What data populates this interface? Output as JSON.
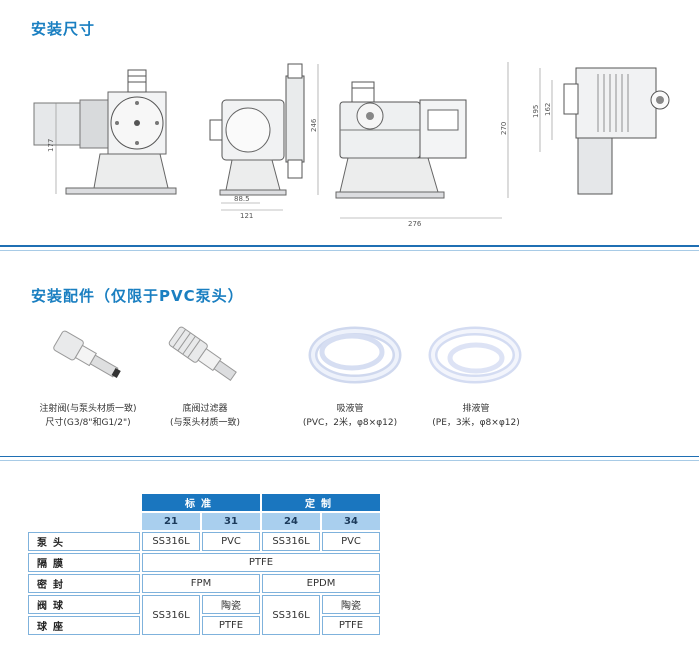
{
  "section1": {
    "title": "安装尺寸"
  },
  "drawings": {
    "front": {
      "dim_height": "177",
      "dim_base_inner": "88.5",
      "dim_base_outer": "121"
    },
    "side": {
      "dim_height": "246"
    },
    "left": {
      "dim_height": "270",
      "dim_width": "276"
    },
    "top": {
      "dim_a": "195",
      "dim_b": "162"
    }
  },
  "section2": {
    "title": "安装配件（仅限于PVC泵头）"
  },
  "accessories": [
    {
      "name": "injection-valve",
      "line1": "注射阀(与泵头材质一致)",
      "line2": "尺寸(G3/8\"和G1/2\")"
    },
    {
      "name": "foot-filter",
      "line1": "底阀过滤器",
      "line2": "(与泵头材质一致)"
    },
    {
      "name": "suction-tube",
      "line1": "吸液管",
      "line2": "(PVC，2米，φ8×φ12)"
    },
    {
      "name": "discharge-tube",
      "line1": "排液管",
      "line2": "(PE，3米，φ8×φ12)"
    }
  ],
  "table": {
    "group_standard": "标准",
    "group_custom": "定制",
    "codes": [
      "21",
      "31",
      "24",
      "34"
    ],
    "rows": {
      "pump_head": {
        "label": "泵头",
        "values": [
          "SS316L",
          "PVC",
          "SS316L",
          "PVC"
        ]
      },
      "diaphragm": {
        "label": "隔膜",
        "value": "PTFE"
      },
      "seal": {
        "label": "密封",
        "standard": "FPM",
        "custom": "EPDM"
      },
      "valve_ball": {
        "label": "阀球",
        "std_merged": "SS316L",
        "std_ceramic": "陶瓷",
        "cus_merged": "SS316L",
        "cus_ceramic": "陶瓷"
      },
      "valve_seat": {
        "label": "球座",
        "std_ptfe": "PTFE",
        "cus_ptfe": "PTFE"
      }
    }
  },
  "colors": {
    "accent": "#1a7fc1",
    "header_dark": "#1a76bf",
    "header_light": "#a9cfee"
  }
}
